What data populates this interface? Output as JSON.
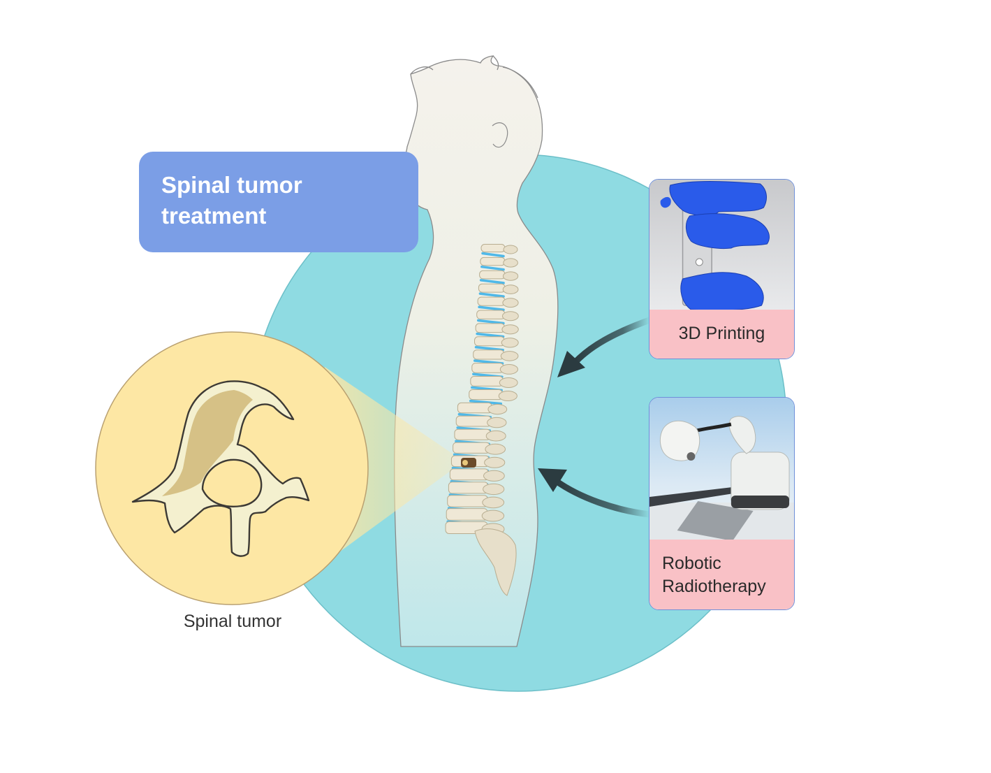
{
  "title": {
    "line1": "Spinal tumor",
    "line2": "treatment"
  },
  "zoom_caption": "Spinal tumor",
  "methods": [
    {
      "label": "3D Printing",
      "image": "3d-printed-spine-implant"
    },
    {
      "label_line1": "Robotic",
      "label_line2": "Radiotherapy",
      "image": "robotic-radiotherapy-machine"
    }
  ],
  "colors": {
    "background_circle": "#8fdbe2",
    "title_box": "#7b9ee6",
    "label_box": "#f9c1c6",
    "zoom_circle": "#fde7a4",
    "spine_disc": "#4fb8e8",
    "printed_bone": "#2a5bea",
    "arrow": "#2b3b40"
  }
}
